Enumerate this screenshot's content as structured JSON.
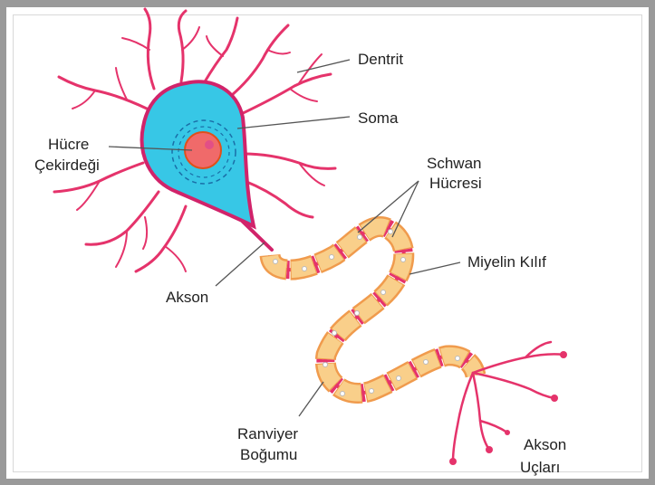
{
  "labels": {
    "dentrit": "Dentrit",
    "soma": "Soma",
    "nucleus_line1": "Hücre",
    "nucleus_line2": "Çekirdeği",
    "schwan_line1": "Schwan",
    "schwan_line2": "Hücresi",
    "myelin": "Miyelin Kılıf",
    "akson": "Akson",
    "ranvier_line1": "Ranviyer",
    "ranvier_line2": "Boğumu",
    "terminals_line1": "Akson",
    "terminals_line2": "Uçları"
  },
  "colors": {
    "soma_fill": "#37c7e6",
    "dendrite": "#e5336b",
    "nucleus": "#f06a6a",
    "myelin_fill": "#f9cf8a",
    "myelin_stroke": "#f09b4d",
    "leader_line": "#555555",
    "frame": "#9a9a9a"
  }
}
